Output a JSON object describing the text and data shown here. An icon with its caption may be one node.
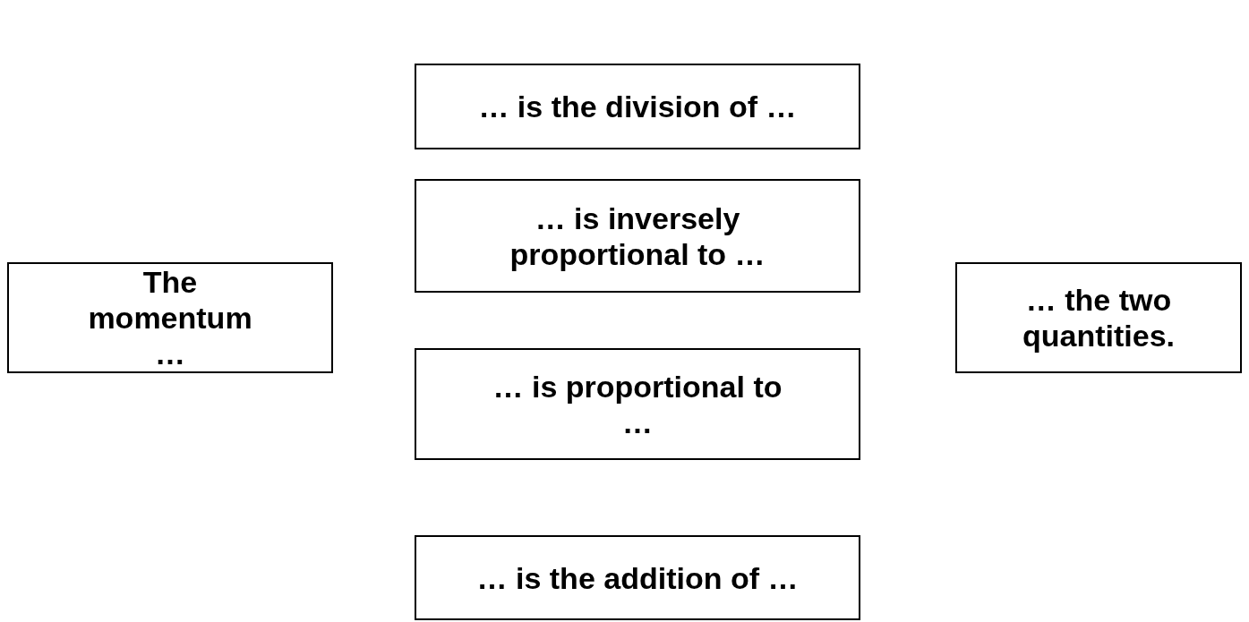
{
  "diagram": {
    "nodes": [
      {
        "text": [
          "The momentum …"
        ]
      },
      {
        "text": [
          "… is the division of …"
        ]
      },
      {
        "text": [
          "… is inversely proportional to …"
        ]
      },
      {
        "text": [
          "… is proportional to …"
        ]
      },
      {
        "text": [
          "… is the addition of …"
        ]
      },
      {
        "text": [
          "… the two quantities."
        ]
      }
    ],
    "edges": []
  }
}
